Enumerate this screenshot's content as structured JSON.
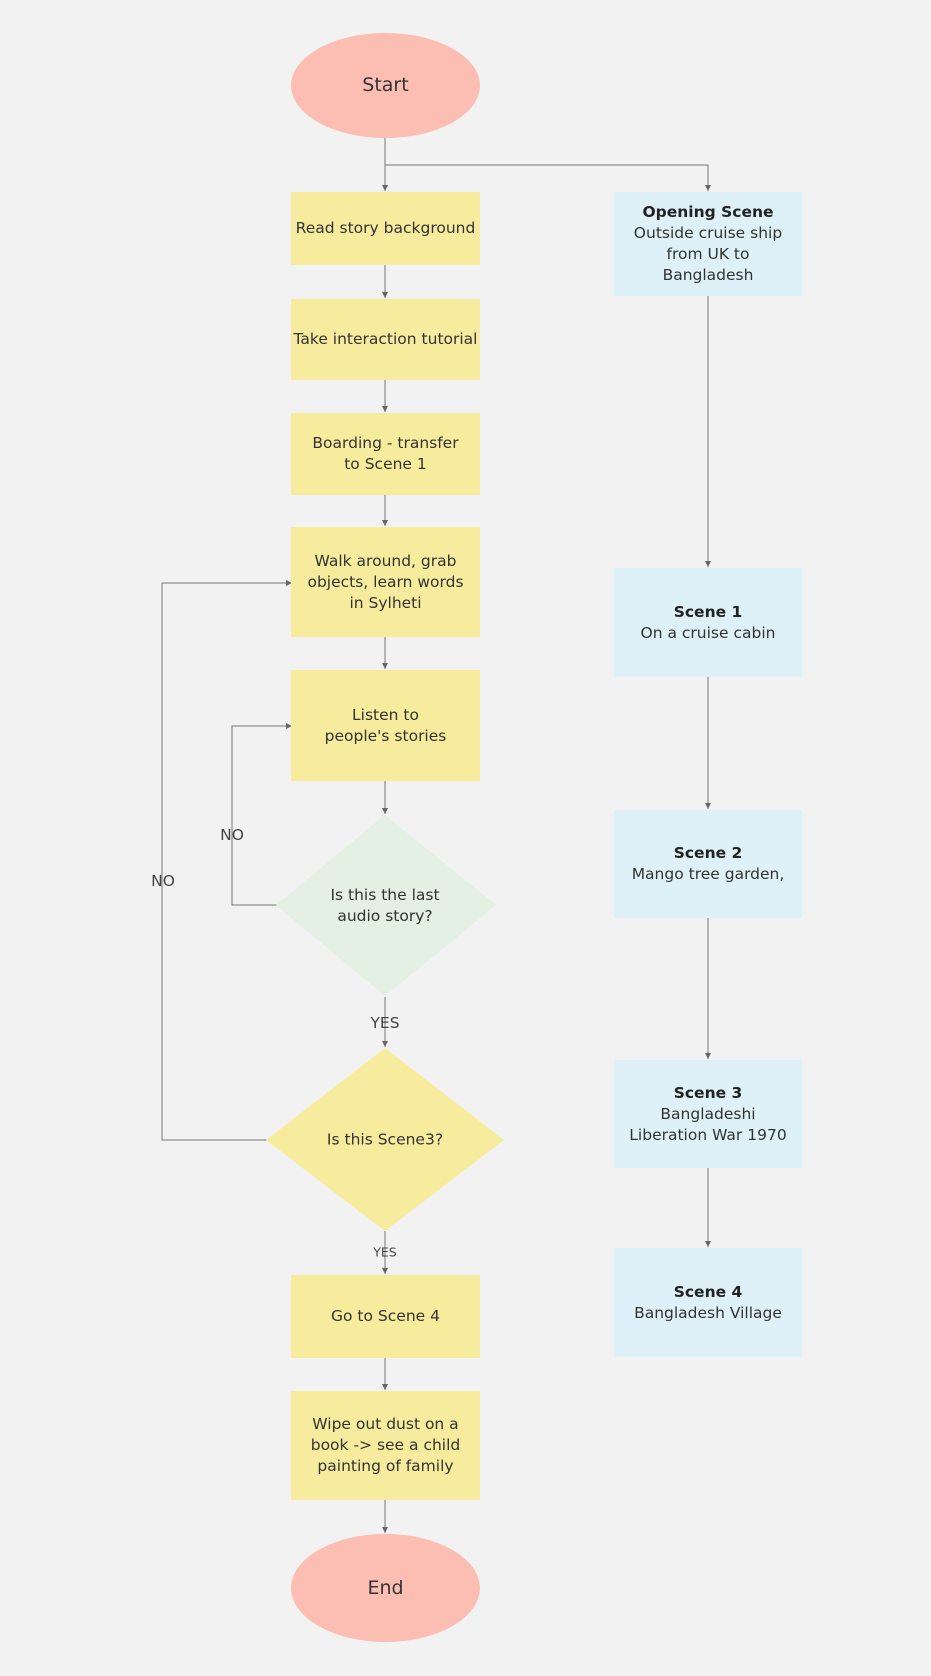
{
  "flow": {
    "start": "Start",
    "read_story": "Read story background",
    "tutorial": "Take interaction tutorial",
    "boarding": "Boarding - transfer to Scene 1",
    "walk_around": "Walk around, grab objects, learn words in Sylheti",
    "listen": "Listen to people's stories",
    "decision_last_audio": "Is this the last audio story?",
    "decision_scene3": "Is this Scene3?",
    "go_scene4": "Go to Scene 4",
    "wipe_dust": "Wipe out dust on a book -> see a child painting of family",
    "end": "End",
    "label_no_inner": "NO",
    "label_no_outer": "NO",
    "label_yes_1": "YES",
    "label_yes_2": "YES"
  },
  "scenes": [
    {
      "title": "Opening Scene",
      "desc": "Outside cruise ship from UK to Bangladesh"
    },
    {
      "title": "Scene 1",
      "desc": "On a cruise cabin"
    },
    {
      "title": "Scene 2",
      "desc": "Mango tree garden,"
    },
    {
      "title": "Scene 3",
      "desc": "Bangladeshi Liberation War 1970"
    },
    {
      "title": "Scene 4",
      "desc": "Bangladesh Village"
    }
  ],
  "colors": {
    "process": "#f7ec9e",
    "scene": "#dff1f8",
    "terminal": "#fcbdb3",
    "decision_audio": "#e3f0e3",
    "decision_scene": "#f7ec9e",
    "connector": "#666666"
  }
}
